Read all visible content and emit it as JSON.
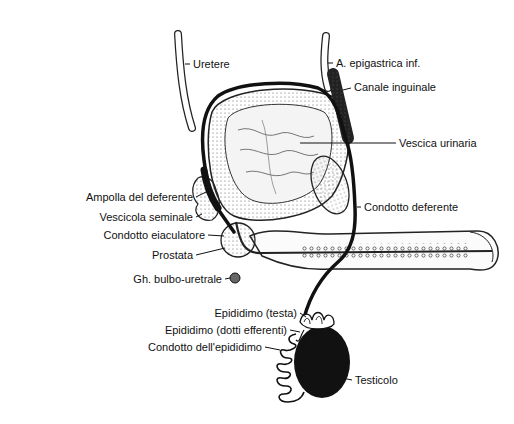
{
  "diagram": {
    "labels": [
      "Uretere",
      "A. epigastrica inf.",
      "Canale inguinale",
      "Vescica urinaria",
      "Condotto deferente",
      "Ampolla del deferente",
      "Vescicola seminale",
      "Condotto eiaculatore",
      "Prostata",
      "Gh. bulbo-uretrale",
      "Epididimo (testa)",
      "Epididimo (dotti efferenti)",
      "Condotto dell'epididimo",
      "Testicolo"
    ]
  }
}
